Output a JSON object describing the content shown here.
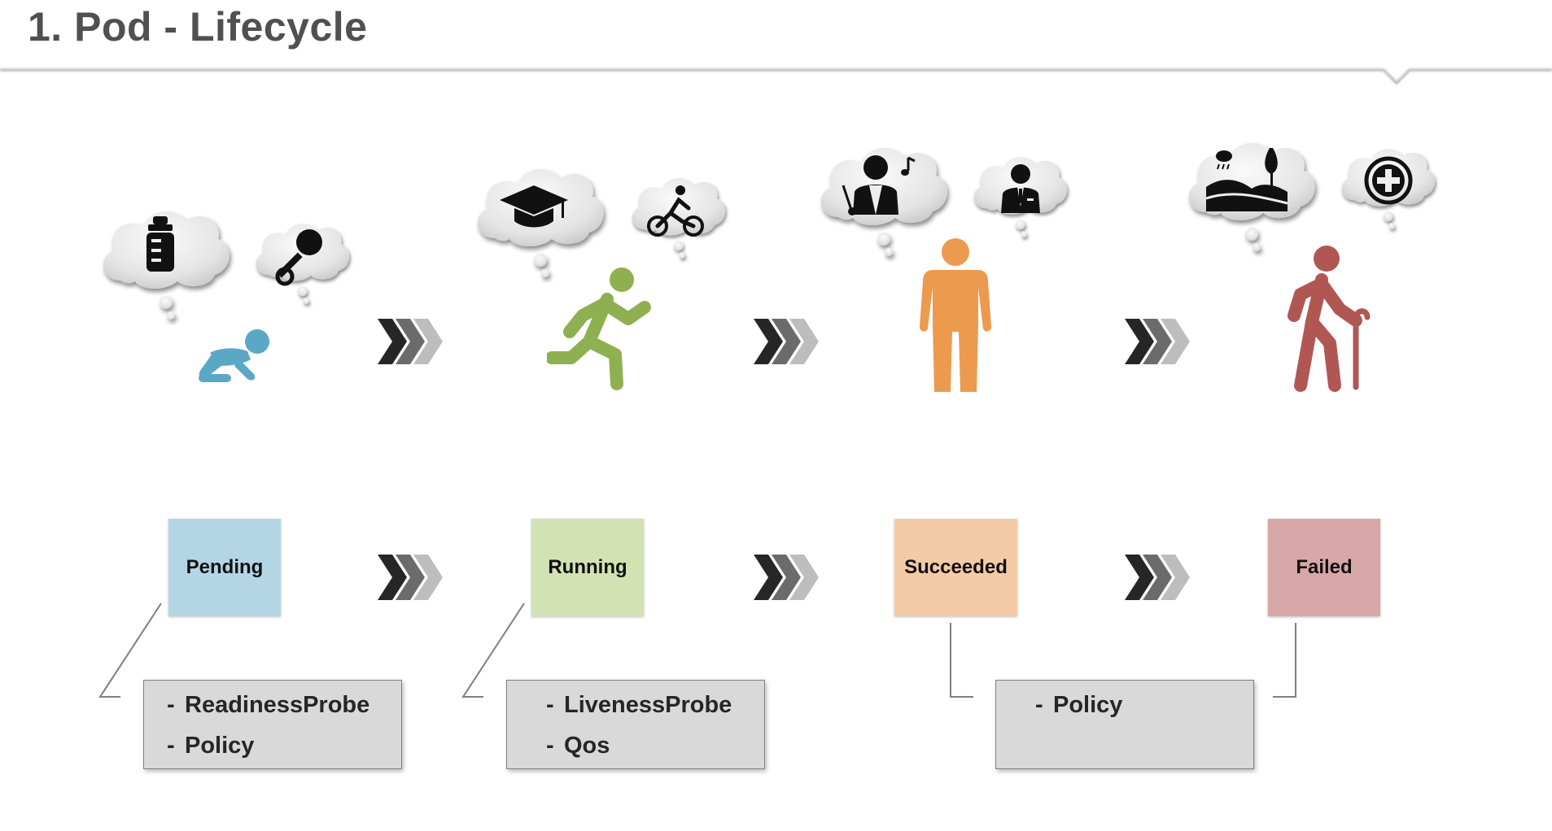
{
  "title": "1. Pod - Lifecycle",
  "colors": {
    "title": "#505050",
    "pending": "#b4d6e4",
    "running": "#d2e2b3",
    "succeeded": "#f4cba7",
    "failed": "#d8a7a8",
    "baby": "#5ba7c6",
    "runner": "#8fb050",
    "adult": "#ec9a4e",
    "elder": "#b05754",
    "note_bg": "#d9d9d9"
  },
  "states": [
    {
      "label": "Pending"
    },
    {
      "label": "Running"
    },
    {
      "label": "Succeeded"
    },
    {
      "label": "Failed"
    }
  ],
  "notes": [
    {
      "lines": [
        "ReadinessProbe",
        "Policy"
      ]
    },
    {
      "lines": [
        "LivenessProbe",
        "Qos"
      ]
    },
    {
      "lines": [
        "Policy"
      ]
    }
  ],
  "icons": {
    "stages": [
      "crawling-baby-icon",
      "running-person-icon",
      "standing-person-icon",
      "elderly-person-with-cane-icon"
    ],
    "thoughts": [
      "baby-bottle-icon",
      "rattle-icon",
      "graduation-cap-icon",
      "cyclist-icon",
      "conductor-icon",
      "businessman-icon",
      "landscape-icon",
      "medical-cross-icon"
    ],
    "arrow": "triple-chevron-icon"
  }
}
